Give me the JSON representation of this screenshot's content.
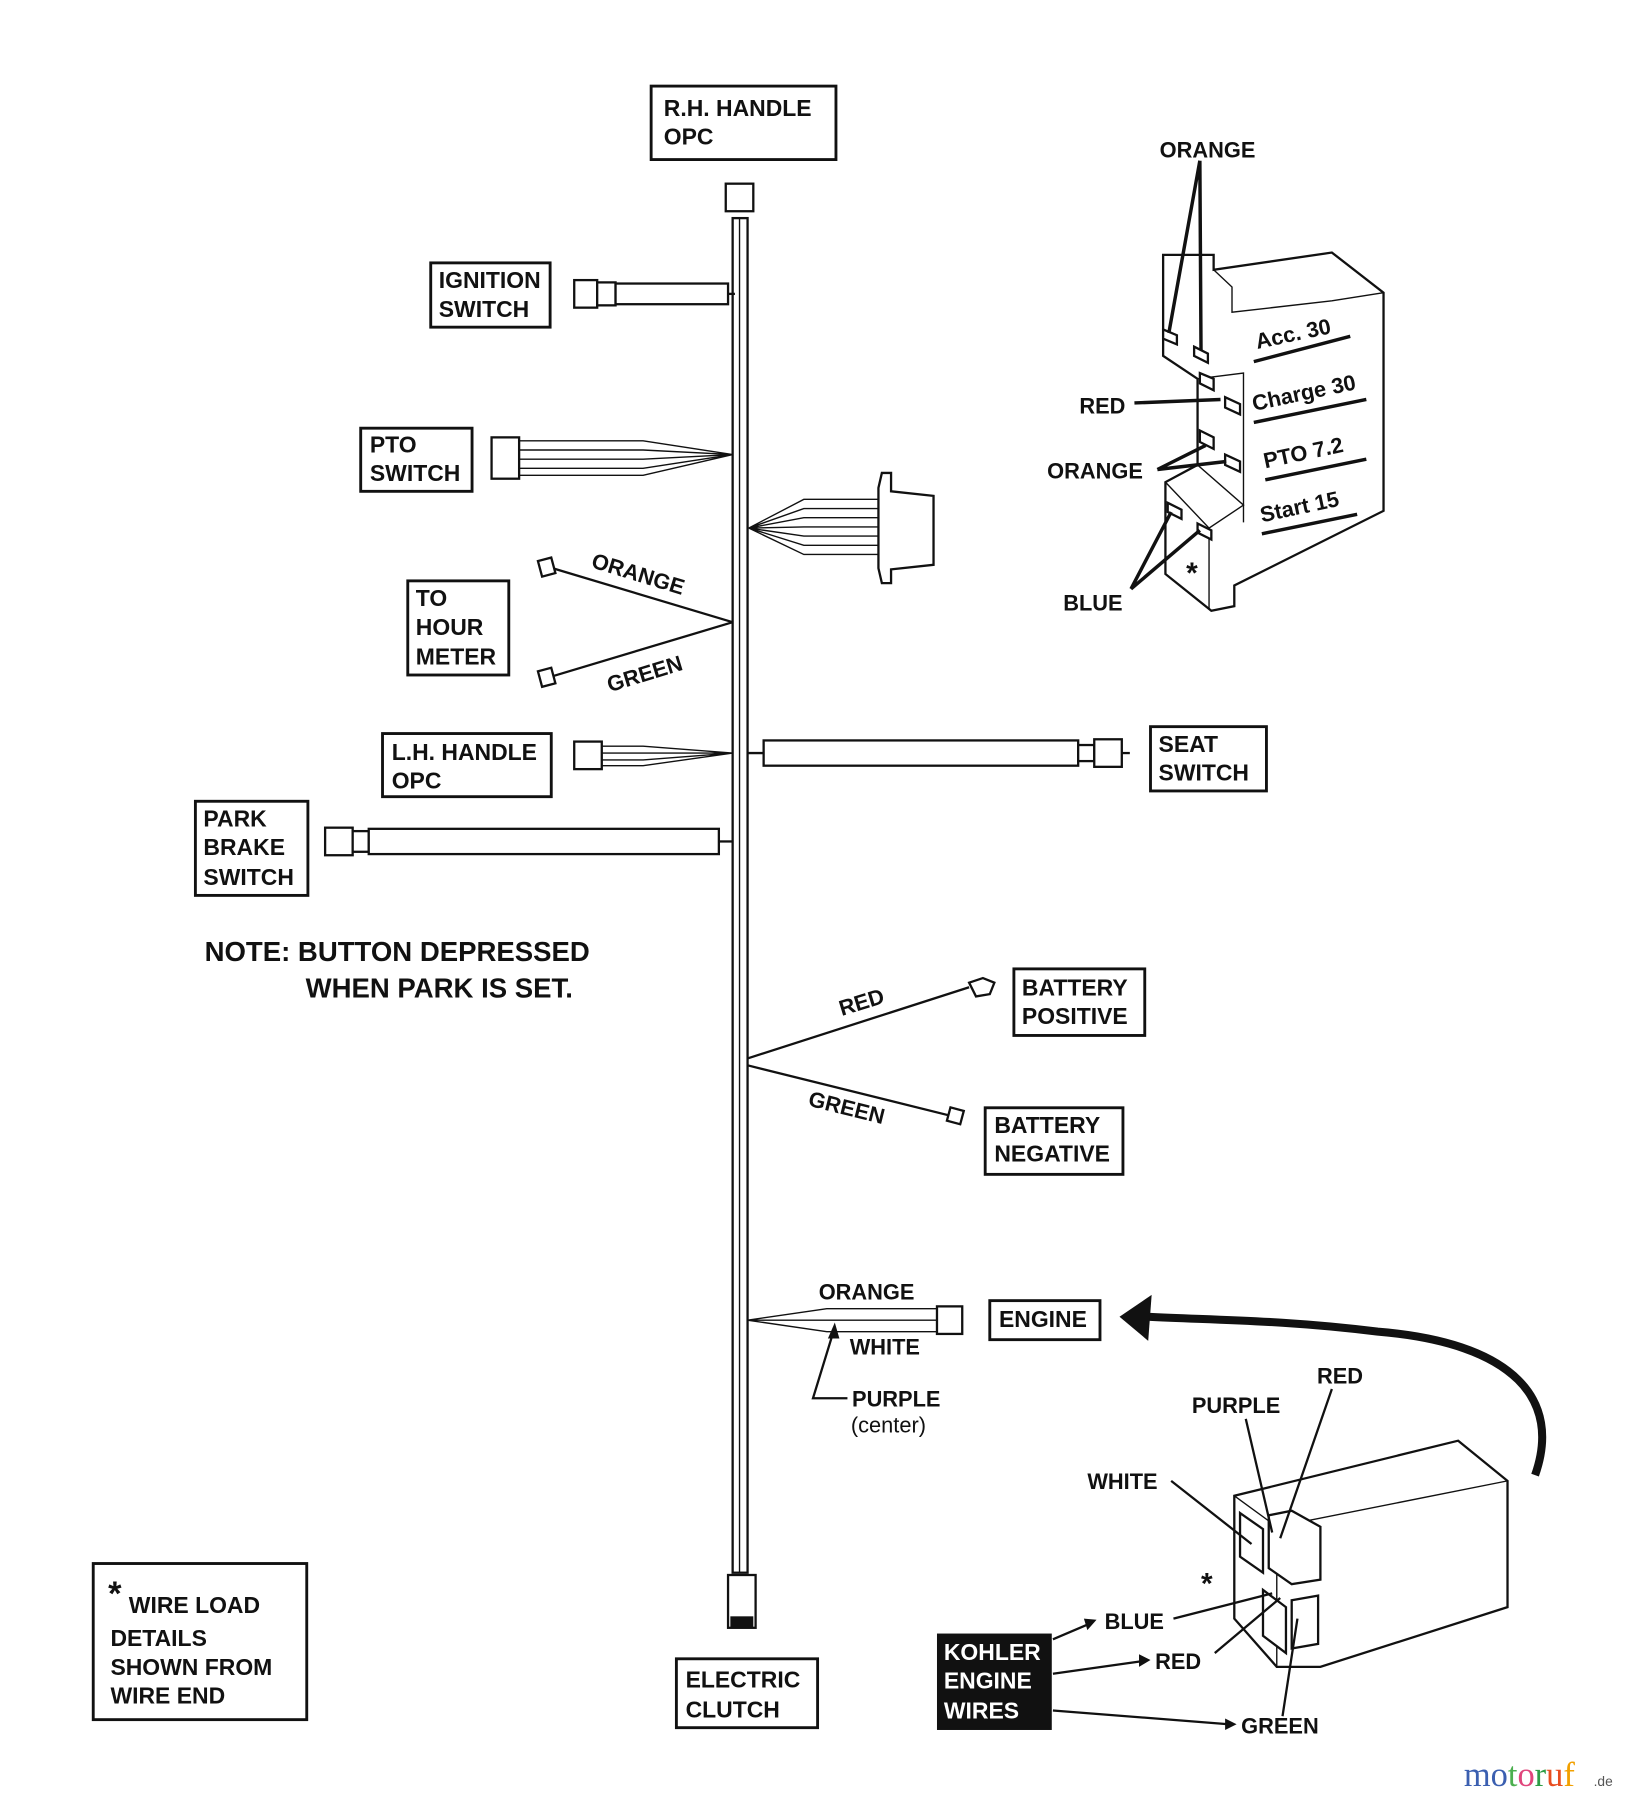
{
  "labels": {
    "rh_handle": [
      "R.H. HANDLE",
      "OPC"
    ],
    "ignition": [
      "IGNITION",
      "SWITCH"
    ],
    "pto": [
      "PTO",
      "SWITCH"
    ],
    "hour_meter": [
      "TO",
      "HOUR",
      "METER"
    ],
    "lh_handle": [
      "L.H. HANDLE",
      "OPC"
    ],
    "park_brake": [
      "PARK",
      "BRAKE",
      "SWITCH"
    ],
    "seat": [
      "SEAT",
      "SWITCH"
    ],
    "battery_pos": [
      "BATTERY",
      "POSITIVE"
    ],
    "battery_neg": [
      "BATTERY",
      "NEGATIVE"
    ],
    "engine": "ENGINE",
    "electric_clutch": [
      "ELECTRIC",
      "CLUTCH"
    ],
    "kohler": [
      "KOHLER",
      "ENGINE",
      "WIRES"
    ],
    "wire_load": [
      "*",
      "WIRE LOAD",
      "DETAILS",
      "SHOWN FROM",
      "WIRE END"
    ]
  },
  "note": [
    "NOTE: BUTTON DEPRESSED",
    "WHEN PARK IS SET."
  ],
  "wires": {
    "hour_orange": "ORANGE",
    "hour_green": "GREEN",
    "bat_red": "RED",
    "bat_green": "GREEN",
    "eng_orange": "ORANGE",
    "eng_white": "WHITE",
    "eng_purple": "PURPLE",
    "eng_purple_note": "(center)"
  },
  "key_switch": {
    "terminals": [
      "Acc.  30",
      "Charge  30",
      "PTO  7.2",
      "Start  15"
    ],
    "wire_orange_top": "ORANGE",
    "wire_red": "RED",
    "wire_orange": "ORANGE",
    "wire_blue": "BLUE",
    "asterisk": "*"
  },
  "engine_connector": {
    "purple": "PURPLE",
    "red_top": "RED",
    "white": "WHITE",
    "asterisk": "*",
    "blue": "BLUE",
    "red": "RED",
    "green": "GREEN"
  },
  "watermark": {
    "text": "motoruf",
    "suffix": ".de",
    "colors": [
      "#3b5fb0",
      "#3b5fb0",
      "#4caf50",
      "#e0457b",
      "#2e9d46",
      "#e84c1e",
      "#f2a000"
    ]
  }
}
